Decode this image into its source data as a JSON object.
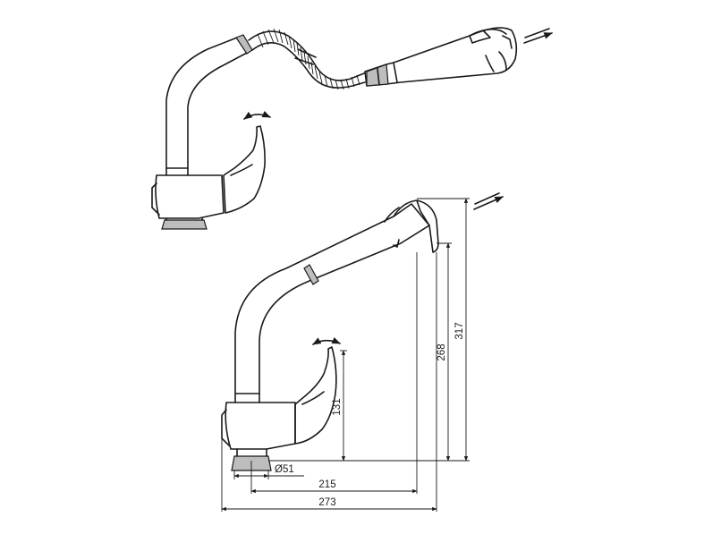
{
  "dimensions": {
    "diameter_base": "Ø51",
    "handle_height": "131",
    "outlet_height": "268",
    "total_height": "317",
    "spout_reach": "215",
    "total_reach": "273"
  }
}
